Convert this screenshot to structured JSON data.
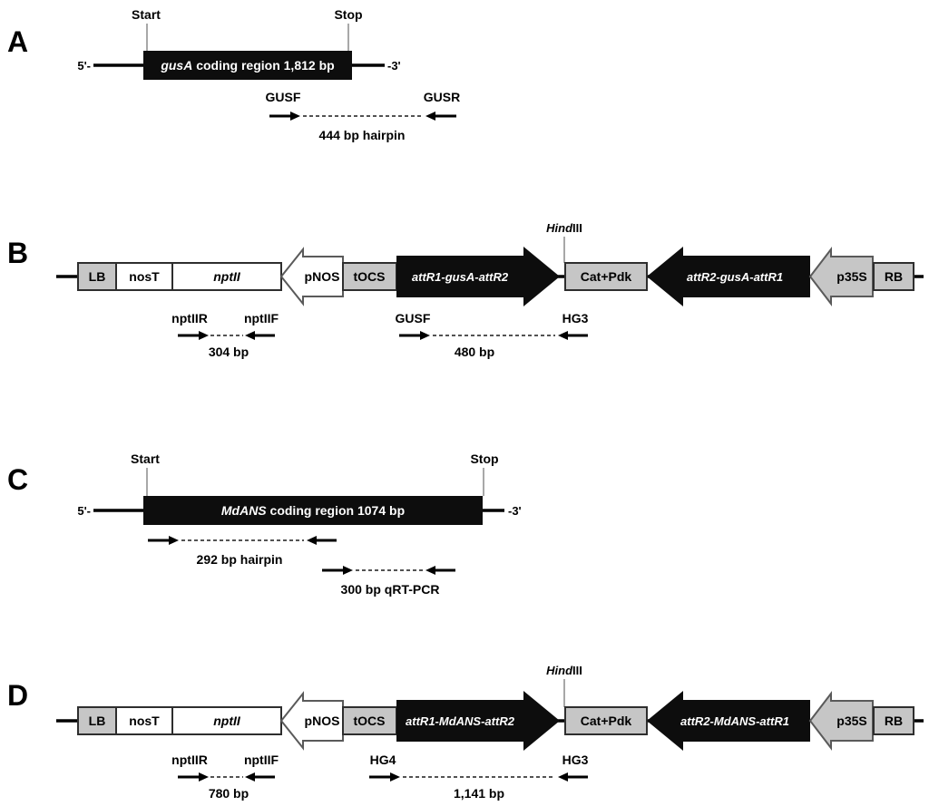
{
  "figure": {
    "colors": {
      "black_fill": "#0d0d0d",
      "gray_fill": "#c6c6c6",
      "white_fill": "#ffffff",
      "tick_gray": "#8a8a8a"
    },
    "panel_a": {
      "letter": "A",
      "start": "Start",
      "stop": "Stop",
      "five_prime": "5'-",
      "three_prime": "-3'",
      "gene_italic": "gusA",
      "gene_rest": " coding region 1,812 bp",
      "primer_f": "GUSF",
      "primer_r": "GUSR",
      "amplicon": "444 bp hairpin"
    },
    "panel_b": {
      "letter": "B",
      "enzyme_italic": "Hind",
      "enzyme_rest": "III",
      "lb": "LB",
      "nost": "nosT",
      "nptii": "nptII",
      "pnos": "pNOS",
      "tocs": "tOCS",
      "cassette_fwd": "attR1-gusA-attR2",
      "catpdk": "Cat+Pdk",
      "cassette_rev": "attR2-gusA-attR1",
      "p35s": "p35S",
      "rb": "RB",
      "primers_nptii": {
        "f": "nptIIR",
        "r": "nptIIF",
        "size": "304 bp"
      },
      "primers_gene": {
        "f": "GUSF",
        "r": "HG3",
        "size": "480 bp"
      }
    },
    "panel_c": {
      "letter": "C",
      "start": "Start",
      "stop": "Stop",
      "five_prime": "5'-",
      "three_prime": "-3'",
      "gene_italic": "MdANS",
      "gene_rest": " coding region 1074 bp",
      "amplicon_hairpin": "292 bp hairpin",
      "amplicon_qrt": "300 bp qRT-PCR"
    },
    "panel_d": {
      "letter": "D",
      "enzyme_italic": "Hind",
      "enzyme_rest": "III",
      "lb": "LB",
      "nost": "nosT",
      "nptii": "nptII",
      "pnos": "pNOS",
      "tocs": "tOCS",
      "cassette_fwd": "attR1-MdANS-attR2",
      "catpdk": "Cat+Pdk",
      "cassette_rev": "attR2-MdANS-attR1",
      "p35s": "p35S",
      "rb": "RB",
      "primers_nptii": {
        "f": "nptIIR",
        "r": "nptIIF",
        "size": "780 bp"
      },
      "primers_gene": {
        "f": "HG4",
        "r": "HG3",
        "size": "1,141 bp"
      }
    }
  }
}
